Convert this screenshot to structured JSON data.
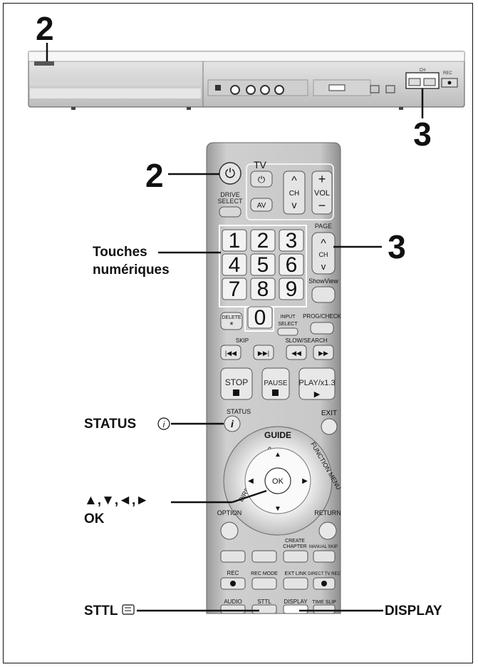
{
  "callouts": {
    "power_top": "2",
    "channel_top": "3",
    "power_remote": "2",
    "page_remote": "3"
  },
  "labels": {
    "numeric_line1": "Touches",
    "numeric_line2": "numériques",
    "status": "STATUS",
    "arrows": "▲,▼,◄,►",
    "ok": "OK",
    "sttl": "STTL",
    "display": "DISPLAY"
  },
  "recorder": {
    "ch_label": "CH",
    "rec_label": "REC"
  },
  "remote": {
    "tv": "TV",
    "drive_select_1": "DRIVE",
    "drive_select_2": "SELECT",
    "av": "AV",
    "ch": "CH",
    "vol": "VOL",
    "page": "PAGE",
    "digits": [
      "1",
      "2",
      "3",
      "4",
      "5",
      "6",
      "7",
      "8",
      "9",
      "0"
    ],
    "showview": "ShowView",
    "delete": "DELETE",
    "input_select_1": "INPUT",
    "input_select_2": "SELECT",
    "prog_check": "PROG/CHECK",
    "skip": "SKIP",
    "slow_search": "SLOW/SEARCH",
    "stop": "STOP",
    "pause": "PAUSE",
    "play": "PLAY/x1.3",
    "status": "STATUS",
    "exit": "EXIT",
    "guide": "GUIDE",
    "direct_navigator": "DIRECT NAVIGATOR",
    "function_menu": "FUNCTION MENU",
    "ok": "OK",
    "option": "OPTION",
    "return": "RETURN",
    "create_chapter_1": "CREATE",
    "create_chapter_2": "CHAPTER",
    "manual_skip": "MANUAL SKIP",
    "rec": "REC",
    "rec_mode": "REC MODE",
    "ext_link": "EXT LINK",
    "direct_tv_rec": "DIRECT TV REC",
    "audio": "AUDIO",
    "sttl": "STTL",
    "display": "DISPLAY",
    "time_slip": "TIME SLIP"
  }
}
